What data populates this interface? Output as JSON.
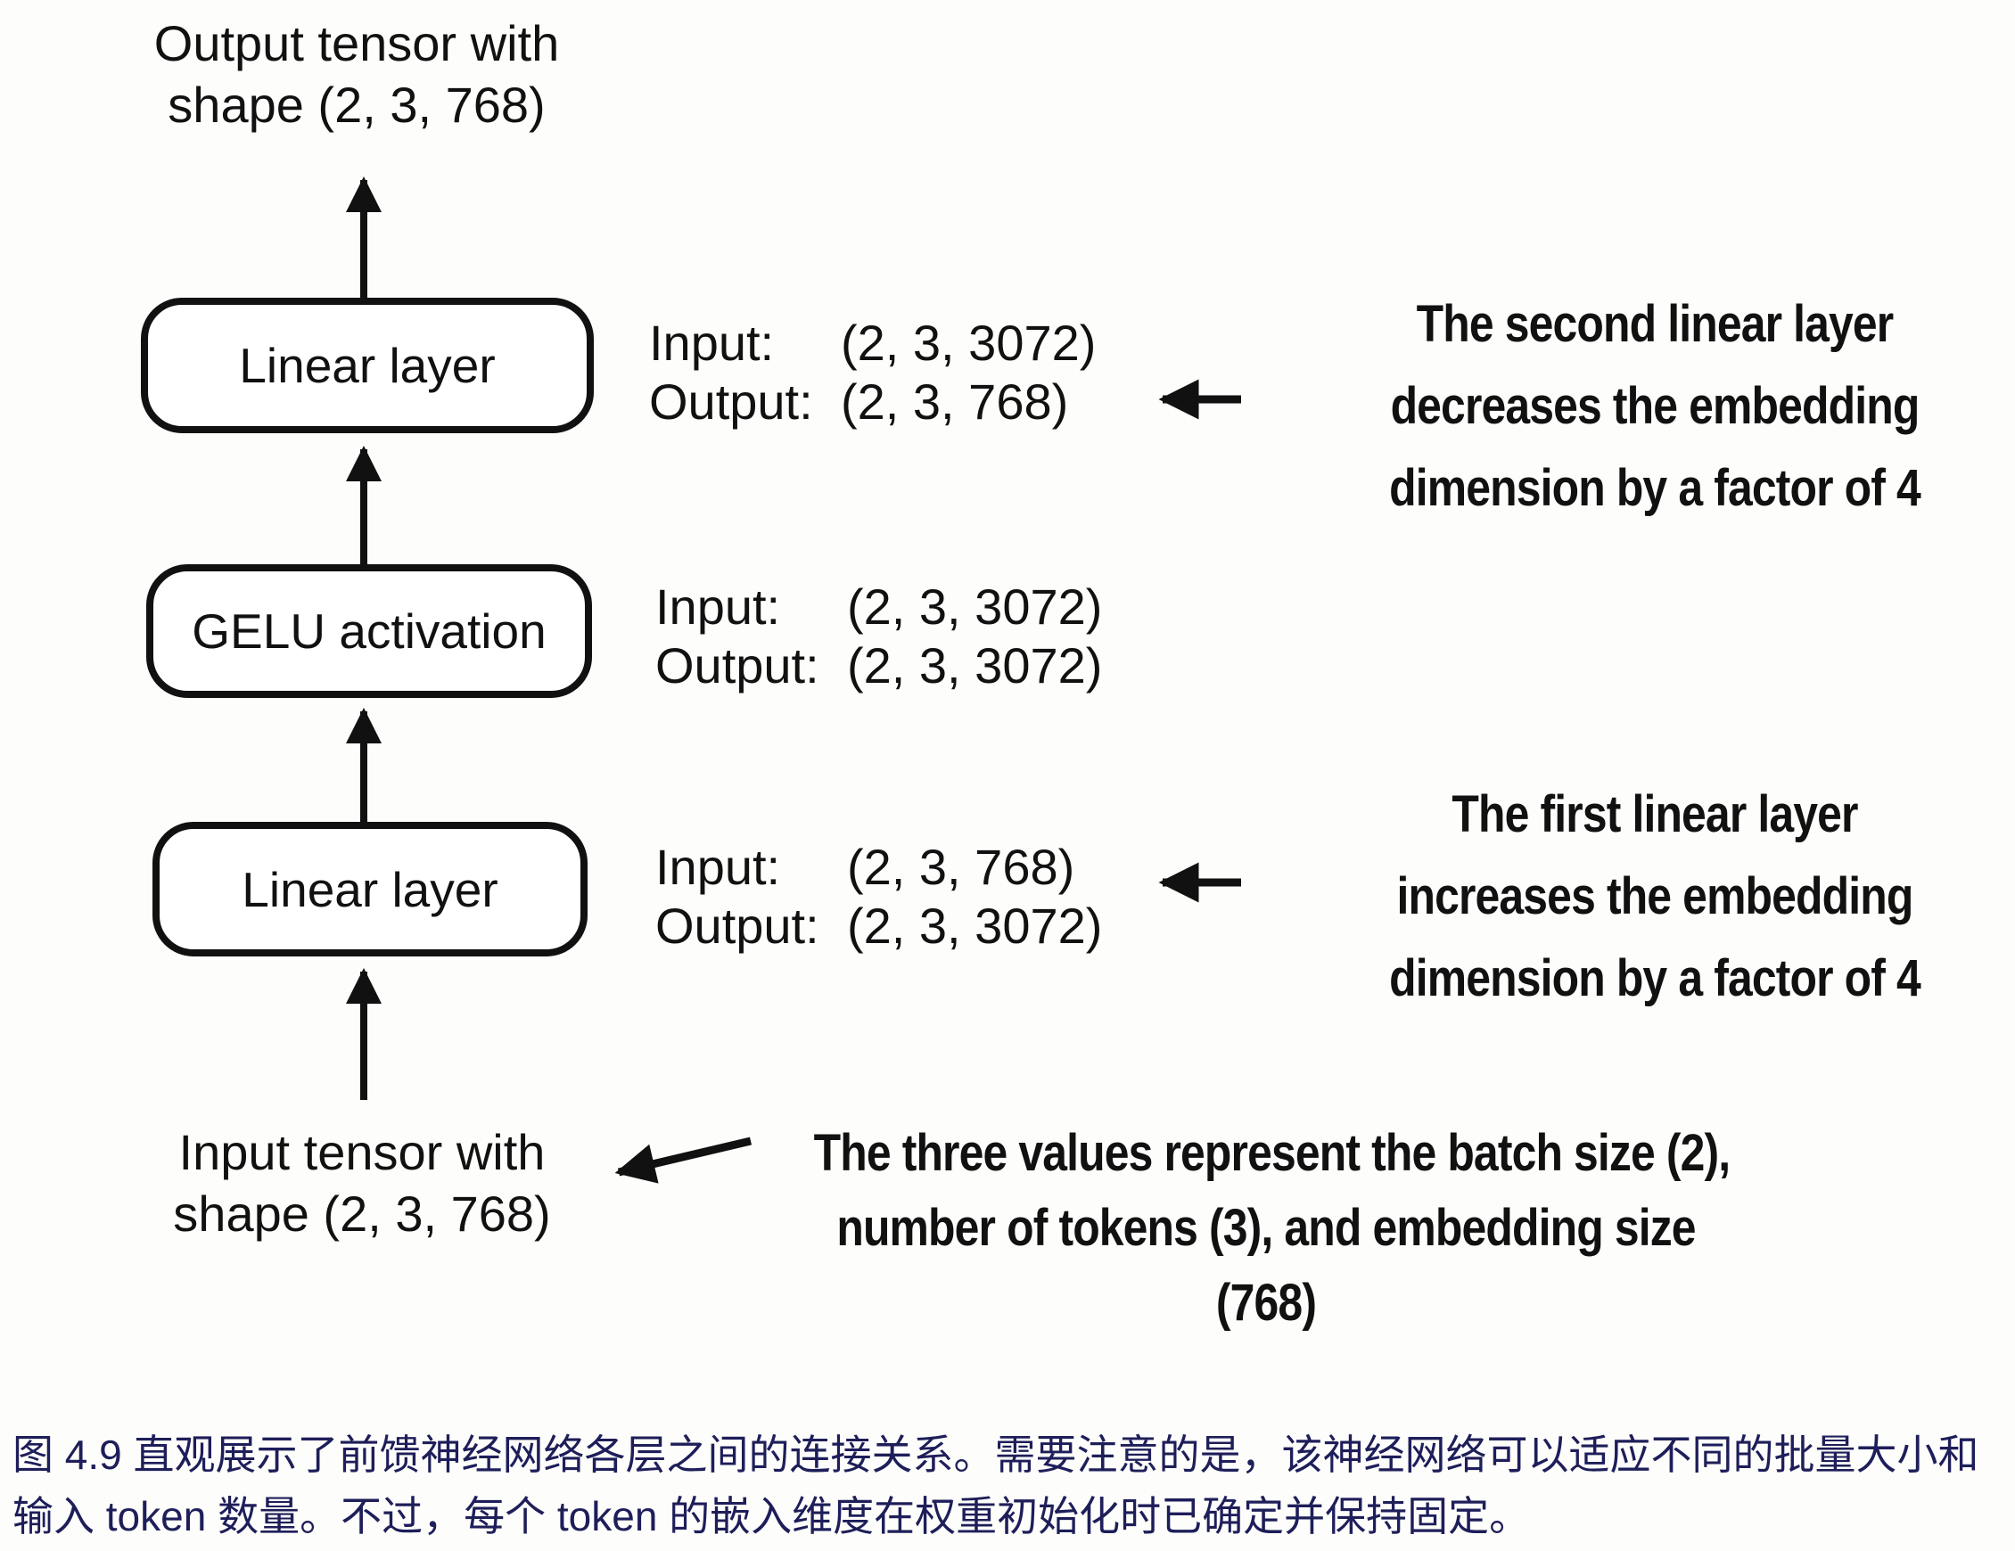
{
  "figure": {
    "output_tensor_label": {
      "line1": "Output tensor with",
      "line2": "shape (2, 3, 768)"
    },
    "input_tensor_label": {
      "line1": "Input tensor with",
      "line2": "shape (2, 3, 768)"
    },
    "boxes": [
      {
        "label": "Linear layer"
      },
      {
        "label": "GELU activation"
      },
      {
        "label": "Linear layer"
      }
    ],
    "io_annotations": [
      {
        "input_label": "Input:",
        "input_value": "(2, 3, 3072)",
        "output_label": "Output:",
        "output_value": "(2, 3, 768)"
      },
      {
        "input_label": "Input:",
        "input_value": "(2, 3, 3072)",
        "output_label": "Output:",
        "output_value": "(2, 3, 3072)"
      },
      {
        "input_label": "Input:",
        "input_value": "(2, 3, 768)",
        "output_label": "Output:",
        "output_value": "(2, 3, 3072)"
      }
    ],
    "notes": [
      {
        "lines": [
          "The second linear layer",
          "decreases the embedding",
          "dimension by a factor of 4"
        ]
      },
      {
        "lines": [
          "The first linear layer",
          "increases the embedding",
          "dimension by a factor of 4"
        ]
      },
      {
        "lines": [
          "The three values represent the batch size (2),",
          "number of tokens (3), and embedding size",
          "(768)"
        ]
      }
    ]
  },
  "caption": {
    "line1": "图 4.9 直观展示了前馈神经网络各层之间的连接关系。需要注意的是，该神经网络可以适应不同的批量大小和",
    "line2": "输入 token 数量。不过，每个 token 的嵌入维度在权重初始化时已确定并保持固定。"
  },
  "colors": {
    "diagram_ink": "#111111",
    "caption_text": "#1e1e5a",
    "background": "#fdfdfb"
  }
}
